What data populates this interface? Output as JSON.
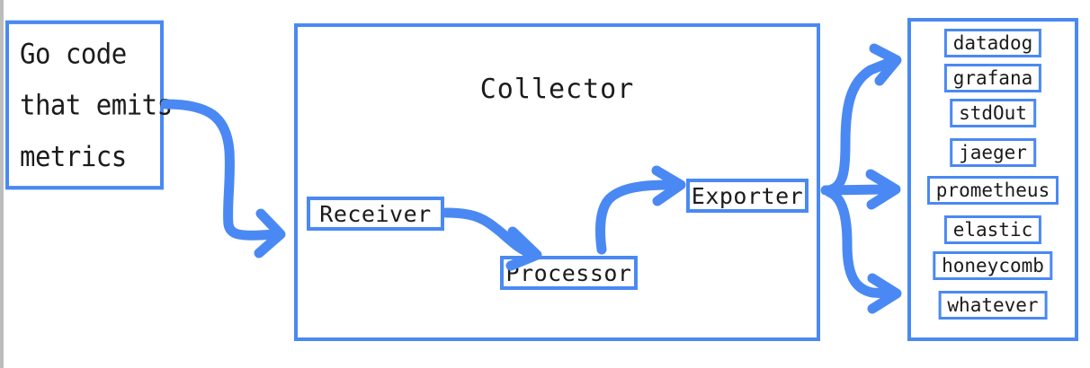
{
  "diagram": {
    "title": "OpenTelemetry Collector data flow",
    "accent_color": "#4a89f3",
    "background": "#ffffff",
    "source": {
      "name": "go-code-source",
      "lines": [
        "Go code",
        "that emits",
        "metrics"
      ]
    },
    "collector": {
      "title": "Collector",
      "stages": [
        {
          "id": "receiver",
          "label": "Receiver"
        },
        {
          "id": "processor",
          "label": "Processor"
        },
        {
          "id": "exporter",
          "label": "Exporter"
        }
      ]
    },
    "destinations": {
      "items": [
        {
          "label": "datadog"
        },
        {
          "label": "grafana"
        },
        {
          "label": "stdOut"
        },
        {
          "label": "jaeger"
        },
        {
          "label": "prometheus"
        },
        {
          "label": "elastic"
        },
        {
          "label": "honeycomb"
        },
        {
          "label": "whatever"
        }
      ]
    },
    "arrows": [
      {
        "name": "source-to-receiver",
        "from": "go-code-source",
        "to": "receiver"
      },
      {
        "name": "receiver-to-processor",
        "from": "receiver",
        "to": "processor"
      },
      {
        "name": "processor-to-exporter",
        "from": "processor",
        "to": "exporter"
      },
      {
        "name": "exporter-to-destinations-upper",
        "from": "exporter",
        "to": "destinations"
      },
      {
        "name": "exporter-to-destinations-middle",
        "from": "exporter",
        "to": "destinations"
      },
      {
        "name": "exporter-to-destinations-lower",
        "from": "exporter",
        "to": "destinations"
      }
    ]
  }
}
